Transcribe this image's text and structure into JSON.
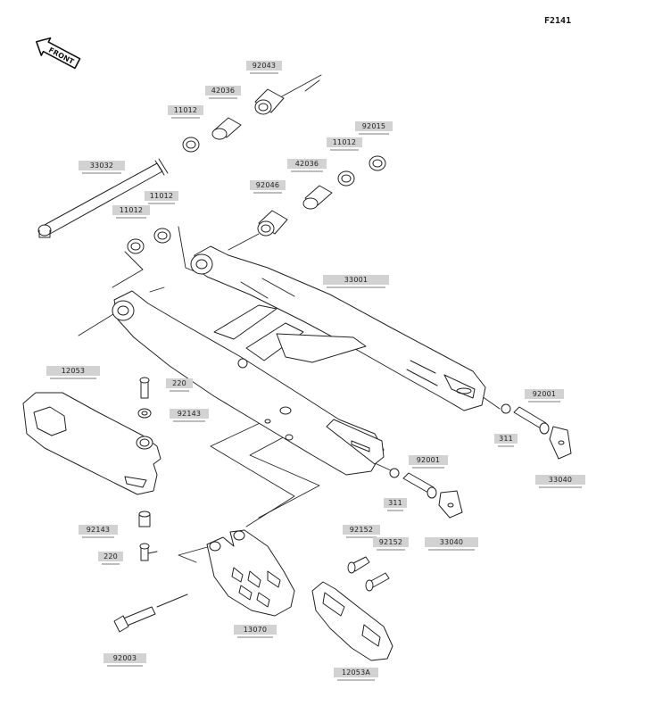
{
  "diagram": {
    "code": "F2141",
    "front_label": "FRONT",
    "parts": [
      {
        "id": "part-92043",
        "number": "92043"
      },
      {
        "id": "part-42036-a",
        "number": "42036"
      },
      {
        "id": "part-11012-a",
        "number": "11012"
      },
      {
        "id": "part-92015",
        "number": "92015"
      },
      {
        "id": "part-11012-b",
        "number": "11012"
      },
      {
        "id": "part-42036-b",
        "number": "42036"
      },
      {
        "id": "part-33032",
        "number": "33032"
      },
      {
        "id": "part-92046",
        "number": "92046"
      },
      {
        "id": "part-11012-c",
        "number": "11012"
      },
      {
        "id": "part-11012-d",
        "number": "11012"
      },
      {
        "id": "part-33001",
        "number": "33001"
      },
      {
        "id": "part-12053",
        "number": "12053"
      },
      {
        "id": "part-220-a",
        "number": "220"
      },
      {
        "id": "part-92143-a",
        "number": "92143"
      },
      {
        "id": "part-92001-a",
        "number": "92001"
      },
      {
        "id": "part-311-a",
        "number": "311"
      },
      {
        "id": "part-33040-a",
        "number": "33040"
      },
      {
        "id": "part-92001-b",
        "number": "92001"
      },
      {
        "id": "part-311-b",
        "number": "311"
      },
      {
        "id": "part-33040-b",
        "number": "33040"
      },
      {
        "id": "part-92143-b",
        "number": "92143"
      },
      {
        "id": "part-220-b",
        "number": "220"
      },
      {
        "id": "part-92152-a",
        "number": "92152"
      },
      {
        "id": "part-92152-b",
        "number": "92152"
      },
      {
        "id": "part-13070",
        "number": "13070"
      },
      {
        "id": "part-92003",
        "number": "92003"
      },
      {
        "id": "part-12053a",
        "number": "12053A"
      }
    ]
  }
}
